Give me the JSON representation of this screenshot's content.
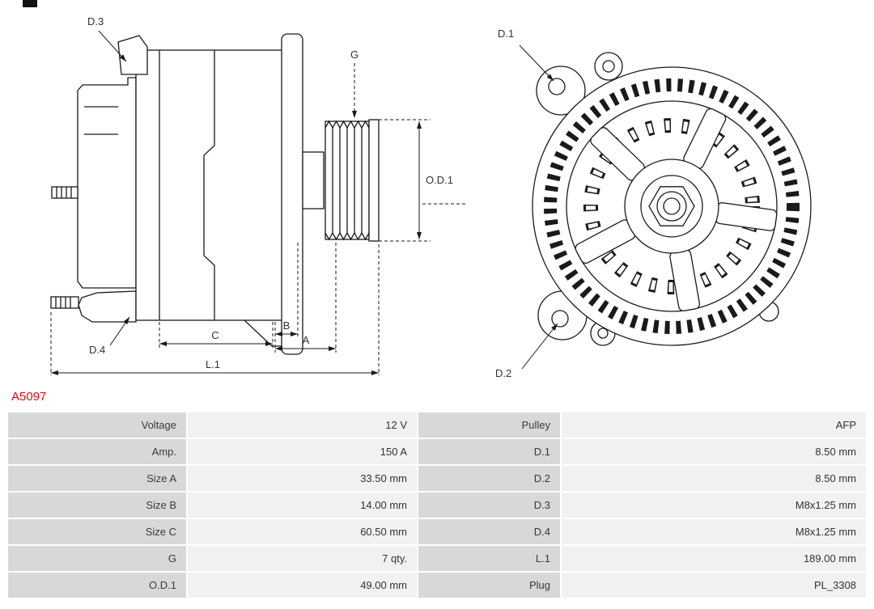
{
  "page": {
    "part_number": "A5097"
  },
  "colors": {
    "part_number_red": "#e30613",
    "table_label_bg": "#d8d8d8",
    "table_value_bg": "#f1f1f1",
    "drawing_line": "#1a1a1a"
  },
  "diagram": {
    "side_labels": {
      "d3": "D.3",
      "d4": "D.4",
      "g": "G",
      "od1": "O.D.1",
      "a": "A",
      "b": "B",
      "c": "C",
      "l1": "L.1"
    },
    "front_labels": {
      "d1": "D.1",
      "d2": "D.2"
    }
  },
  "spec_table": {
    "rows": [
      {
        "c1": "Voltage",
        "c2": "12 V",
        "c3": "Pulley",
        "c4": "AFP"
      },
      {
        "c1": "Amp.",
        "c2": "150 A",
        "c3": "D.1",
        "c4": "8.50 mm"
      },
      {
        "c1": "Size A",
        "c2": "33.50 mm",
        "c3": "D.2",
        "c4": "8.50 mm"
      },
      {
        "c1": "Size B",
        "c2": "14.00 mm",
        "c3": "D.3",
        "c4": "M8x1.25 mm"
      },
      {
        "c1": "Size C",
        "c2": "60.50 mm",
        "c3": "D.4",
        "c4": "M8x1.25 mm"
      },
      {
        "c1": "G",
        "c2": "7 qty.",
        "c3": "L.1",
        "c4": "189.00 mm"
      },
      {
        "c1": "O.D.1",
        "c2": "49.00 mm",
        "c3": "Plug",
        "c4": "PL_3308"
      }
    ]
  }
}
